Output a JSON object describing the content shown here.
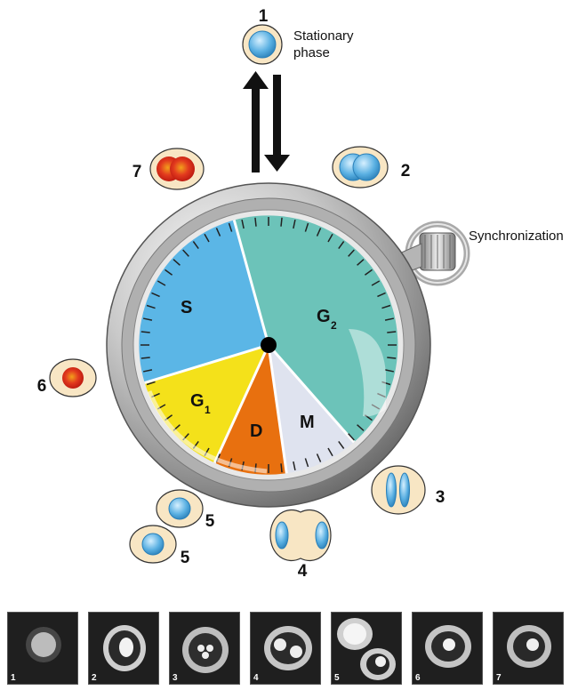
{
  "labels": {
    "stationary_line1": "Stationary",
    "stationary_line2": "phase",
    "synchronization": "Synchronization"
  },
  "phases": {
    "S": "S",
    "G2": "G",
    "G2_sub": "2",
    "G1": "G",
    "G1_sub": "1",
    "D": "D",
    "M": "M"
  },
  "stages": [
    "1",
    "2",
    "3",
    "4",
    "5",
    "5",
    "6",
    "7"
  ],
  "micrographs": [
    "1",
    "2",
    "3",
    "4",
    "5",
    "6",
    "7"
  ],
  "colors": {
    "S": "#5bb6e6",
    "G2": "#6cc3b9",
    "G1": "#f4e11a",
    "D": "#e8700f",
    "M": "#dfe3ef",
    "cell_body": "#f8e6c4",
    "nucleus": "#5ab0e2",
    "red_nucleus": "#d8281c"
  }
}
